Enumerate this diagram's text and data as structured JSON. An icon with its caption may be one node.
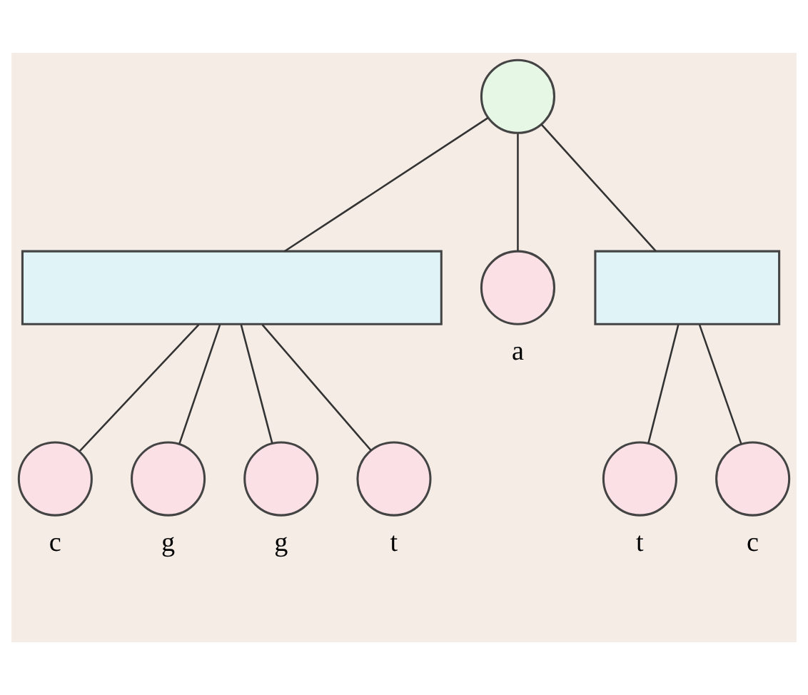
{
  "diagram": {
    "nodes": [
      {
        "text": [],
        "shape": "circle"
      },
      {
        "text": [],
        "shape": "box"
      },
      {
        "text": [],
        "shape": "circle",
        "beside": [
          "a"
        ]
      },
      {
        "text": [],
        "shape": "box"
      },
      {
        "text": [],
        "shape": "circle",
        "beside": [
          "c"
        ]
      },
      {
        "text": [],
        "shape": "circle",
        "beside": [
          "g"
        ]
      },
      {
        "text": [],
        "shape": "circle",
        "beside": [
          "g"
        ]
      },
      {
        "text": [],
        "shape": "circle",
        "beside": [
          "t"
        ]
      },
      {
        "text": [],
        "shape": "circle",
        "beside": [
          "t"
        ]
      },
      {
        "text": [],
        "shape": "circle",
        "beside": [
          "c"
        ]
      }
    ],
    "edges": [
      {
        "from": 0,
        "to": 1,
        "arrow": "none"
      },
      {
        "from": 0,
        "to": 2,
        "arrow": "none"
      },
      {
        "from": 0,
        "to": 3,
        "arrow": "none"
      },
      {
        "from": 1,
        "to": 4,
        "arrow": "none"
      },
      {
        "from": 1,
        "to": 5,
        "arrow": "none"
      },
      {
        "from": 1,
        "to": 6,
        "arrow": "none"
      },
      {
        "from": 1,
        "to": 7,
        "arrow": "none"
      },
      {
        "from": 3,
        "to": 8,
        "arrow": "none"
      },
      {
        "from": 3,
        "to": 9,
        "arrow": "none"
      }
    ]
  }
}
